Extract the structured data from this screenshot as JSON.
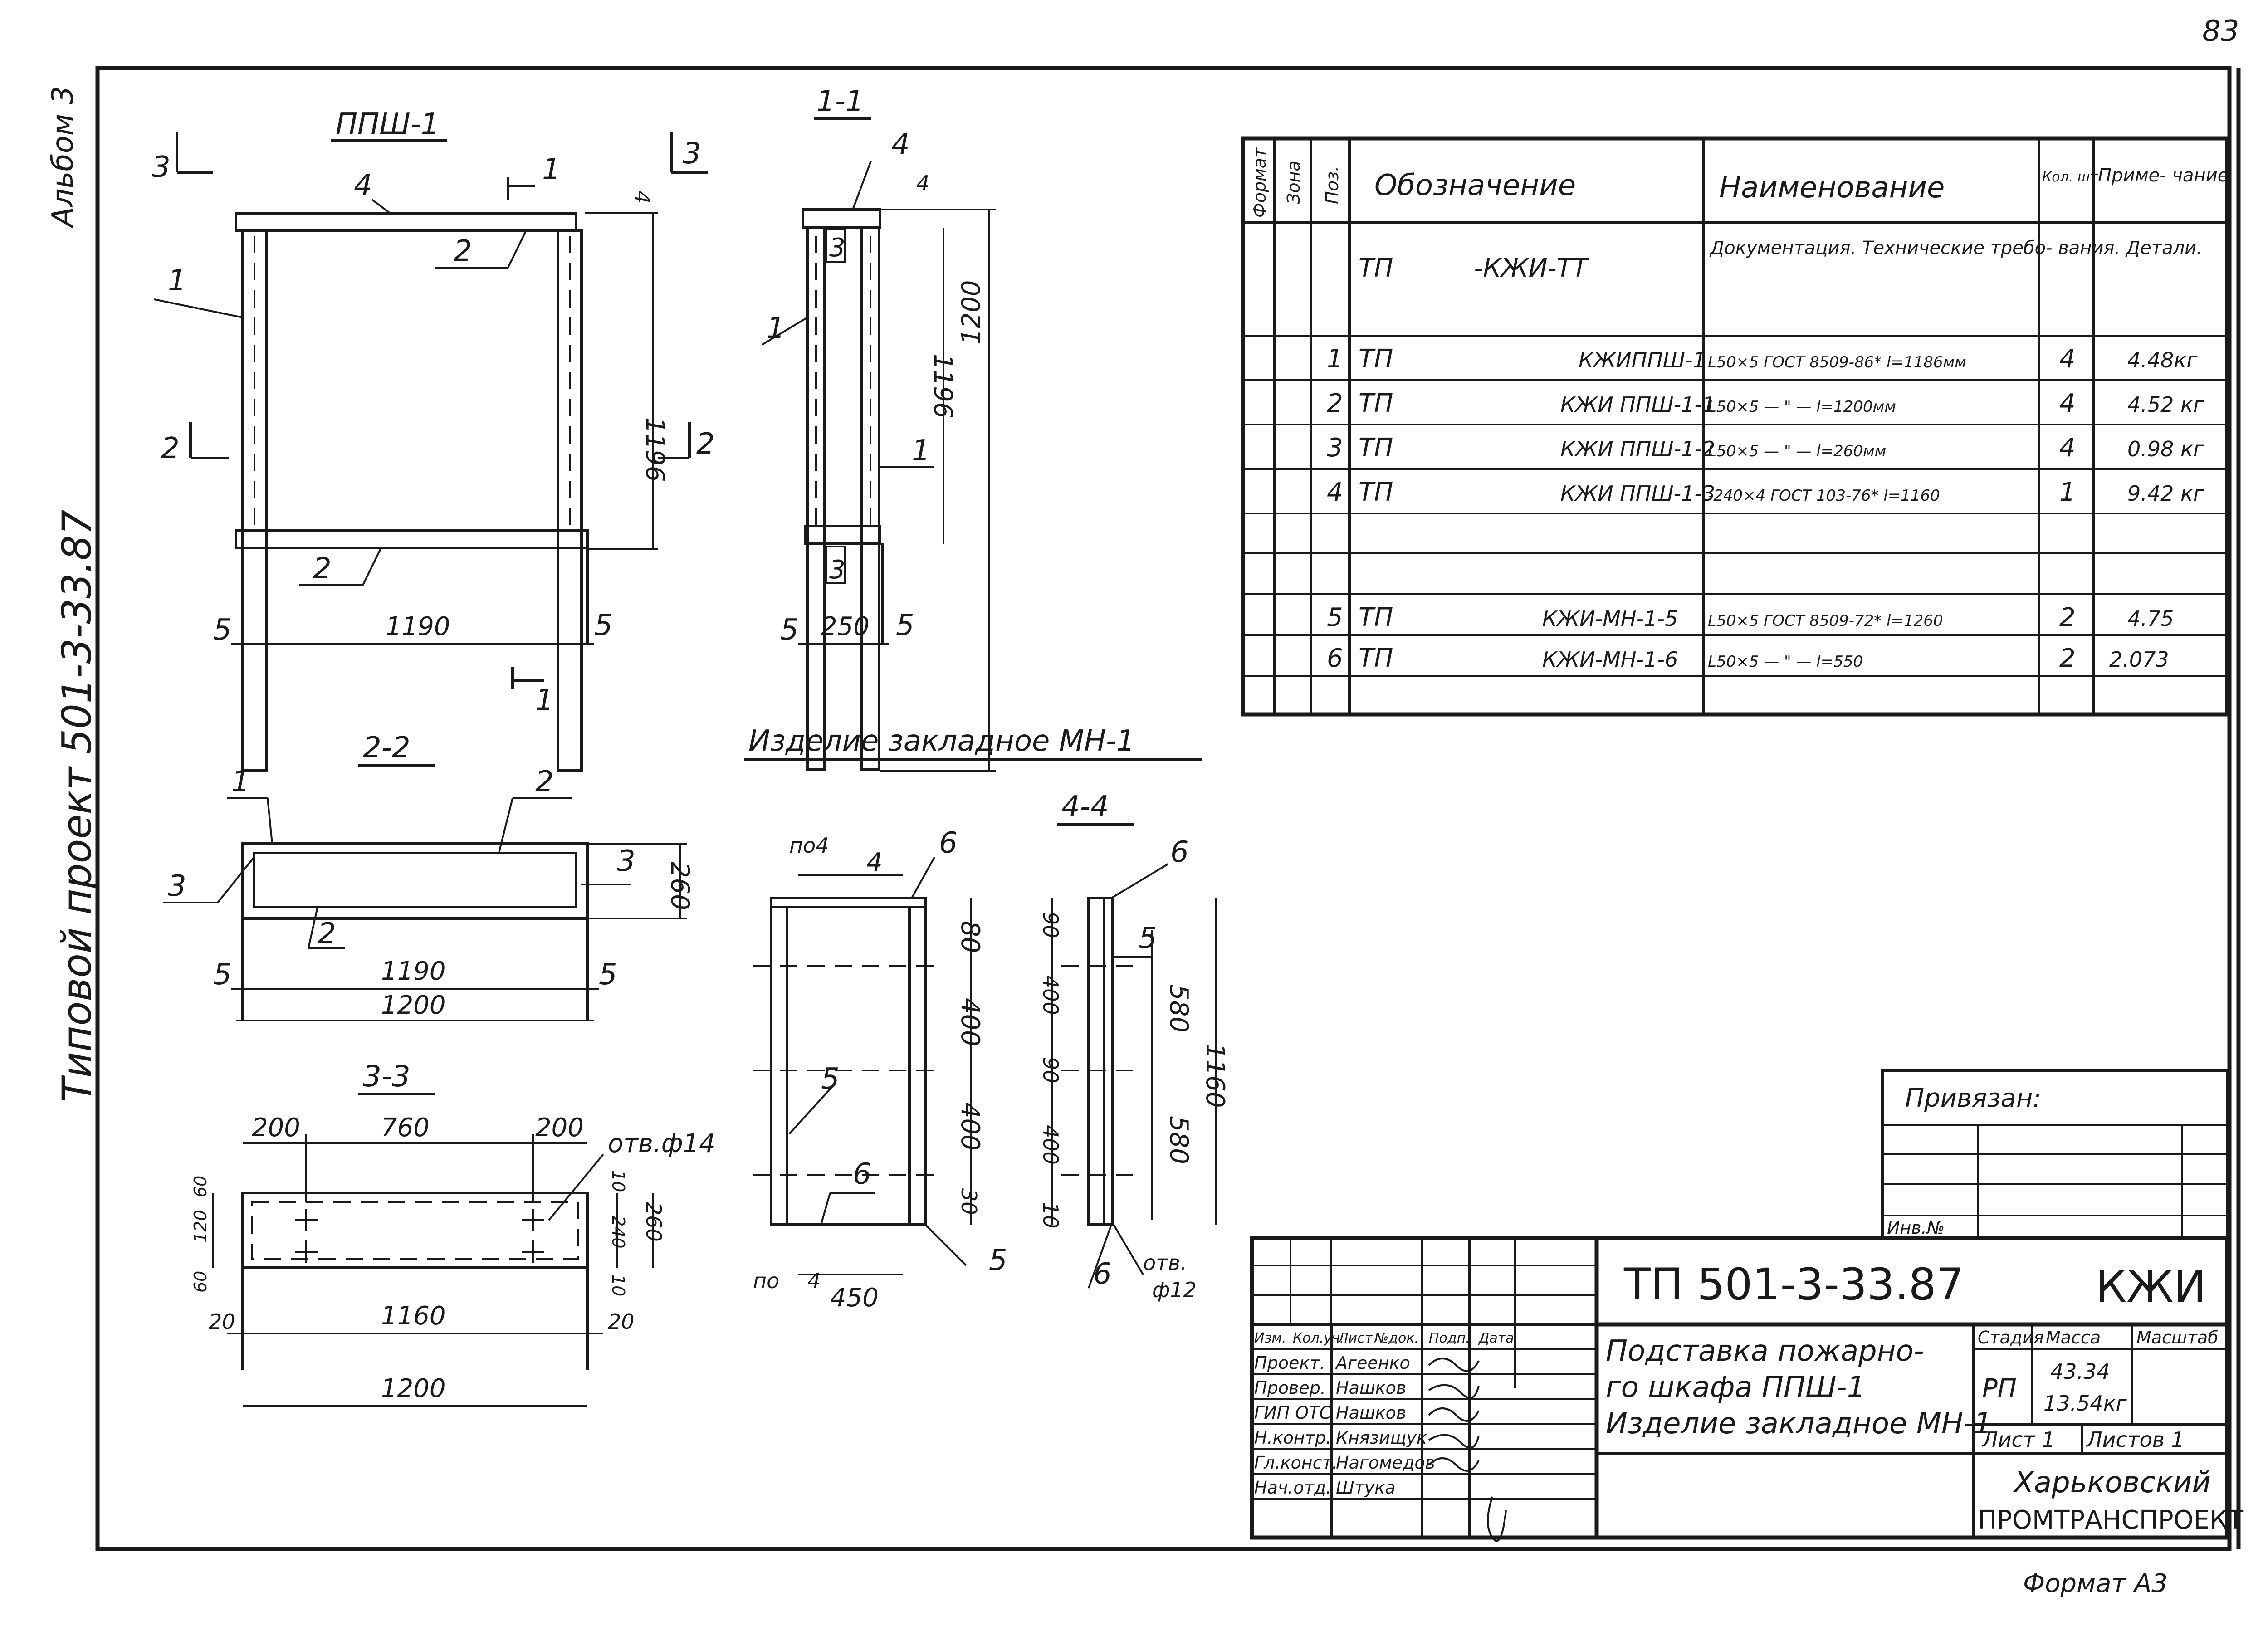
{
  "page": {
    "sheet_number": "83",
    "side_label": "Типовой проект 501-3-33.87",
    "album": "Альбом 3",
    "format": "Формат А3"
  },
  "views": {
    "ppsh1": {
      "title": "ППШ-1",
      "section_3": "3",
      "section_1": "1",
      "section_2": "2",
      "pos_1": "1",
      "pos_2": "2",
      "pos_4": "4",
      "pos_5": "5",
      "dim_width": "1190",
      "dim_height": "1196",
      "dim_gap": "4"
    },
    "s11": {
      "title": "1-1",
      "pos_1": "1",
      "pos_3": "3",
      "pos_4": "4",
      "pos_5": "5",
      "dim_250": "250",
      "dim_1196": "1196",
      "dim_1200": "1200",
      "dim_4": "4"
    },
    "s22": {
      "title": "2-2",
      "pos_1": "1",
      "pos_2": "2",
      "pos_3": "3",
      "pos_5": "5",
      "dim_1190": "1190",
      "dim_1200": "1200",
      "dim_260": "260"
    },
    "s33": {
      "title": "3-3",
      "hole": "отв.ф14",
      "dim_200a": "200",
      "dim_760": "760",
      "dim_200b": "200",
      "dim_1160": "1160",
      "dim_1200": "1200",
      "dim_20a": "20",
      "dim_20b": "20",
      "dim_60a": "60",
      "dim_120": "120",
      "dim_60b": "60",
      "dim_10a": "10",
      "dim_240": "240",
      "dim_10b": "10",
      "dim_260": "260"
    },
    "mn1": {
      "title": "Изделие закладное МН-1",
      "pos_5": "5",
      "pos_6": "6",
      "pos_po4": "по4",
      "dim_4a": "4",
      "dim_80": "80",
      "dim_400a": "400",
      "dim_400b": "400",
      "dim_30": "30",
      "dim_450": "450",
      "dim_po": "по",
      "dim_po4b": "4"
    },
    "s44": {
      "title": "4-4",
      "pos_5": "5",
      "pos_6": "6",
      "hole": "отв.",
      "hole_d": "ф12",
      "dim_90a": "90",
      "dim_400a": "400",
      "dim_90b": "90",
      "dim_400b": "400",
      "dim_10": "10",
      "dim_580a": "580",
      "dim_580b": "580",
      "dim_1160": "1160"
    }
  },
  "spec_table": {
    "headers": {
      "format": "Формат",
      "zone": "Зона",
      "pos": "Поз.",
      "designation": "Обозначение",
      "name": "Наименование",
      "qty": "Кол. шт.",
      "note": "Приме- чание"
    },
    "doc_row": {
      "designation": "ТП          -КЖИ-ТТ",
      "name": "Документация. Технические требо- вания. Детали."
    },
    "rows": [
      {
        "pos": "1",
        "tp": "ТП",
        "code": "КЖИППШ-1",
        "name": "L50×5 ГОСТ 8509-86* l=1186мм",
        "qty": "4",
        "note": "4.48кг"
      },
      {
        "pos": "2",
        "tp": "ТП",
        "code": "КЖИ ППШ-1-1",
        "name": "L50×5 — \" — l=1200мм",
        "qty": "4",
        "note": "4.52 кг"
      },
      {
        "pos": "3",
        "tp": "ТП",
        "code": "КЖИ ППШ-1-2",
        "name": "L50×5 — \" — l=260мм",
        "qty": "4",
        "note": "0.98 кг"
      },
      {
        "pos": "4",
        "tp": "ТП",
        "code": "КЖИ ППШ-1-3",
        "name": "-240×4 ГОСТ 103-76* l=1160",
        "qty": "1",
        "note": "9.42 кг"
      },
      {
        "pos": "5",
        "tp": "ТП",
        "code": "КЖИ-МН-1-5",
        "name": "L50×5 ГОСТ 8509-72* l=1260",
        "qty": "2",
        "note": "4.75"
      },
      {
        "pos": "6",
        "tp": "ТП",
        "code": "КЖИ-МН-1-6",
        "name": "L50×5 — \" — l=550",
        "qty": "2",
        "note": "2.073"
      }
    ]
  },
  "title_block": {
    "privyazan": "Привязан:",
    "inv": "Инв.№",
    "code": "ТП 501-3-33.87",
    "mark": "КЖИ",
    "title1": "Подставка пожарно-",
    "title2": "го шкафа ППШ-1",
    "title3": "Изделие закладное МН-1",
    "stage_h": "Стадия",
    "mass_h": "Масса",
    "scale_h": "Масштаб",
    "stage": "РП",
    "mass1": "43.34",
    "mass2": "13.54кг",
    "sheet": "Лист 1",
    "sheets": "Листов 1",
    "org1": "Харьковский",
    "org2": "ПРОМТРАНСПРОЕКТ",
    "hdr": [
      "Изм.",
      "Кол.уч.",
      "Лист",
      "№док.",
      "Подп.",
      "Дата"
    ],
    "roles": [
      {
        "role": "Проект.",
        "name": "Агеенко"
      },
      {
        "role": "Провер.",
        "name": "Нашков"
      },
      {
        "role": "ГИП ОТС",
        "name": "Нашков"
      },
      {
        "role": "Н.контр.",
        "name": "Князищук"
      },
      {
        "role": "Гл.конст.",
        "name": "Нагомедов"
      },
      {
        "role": "Нач.отд.",
        "name": "Штука"
      }
    ]
  }
}
